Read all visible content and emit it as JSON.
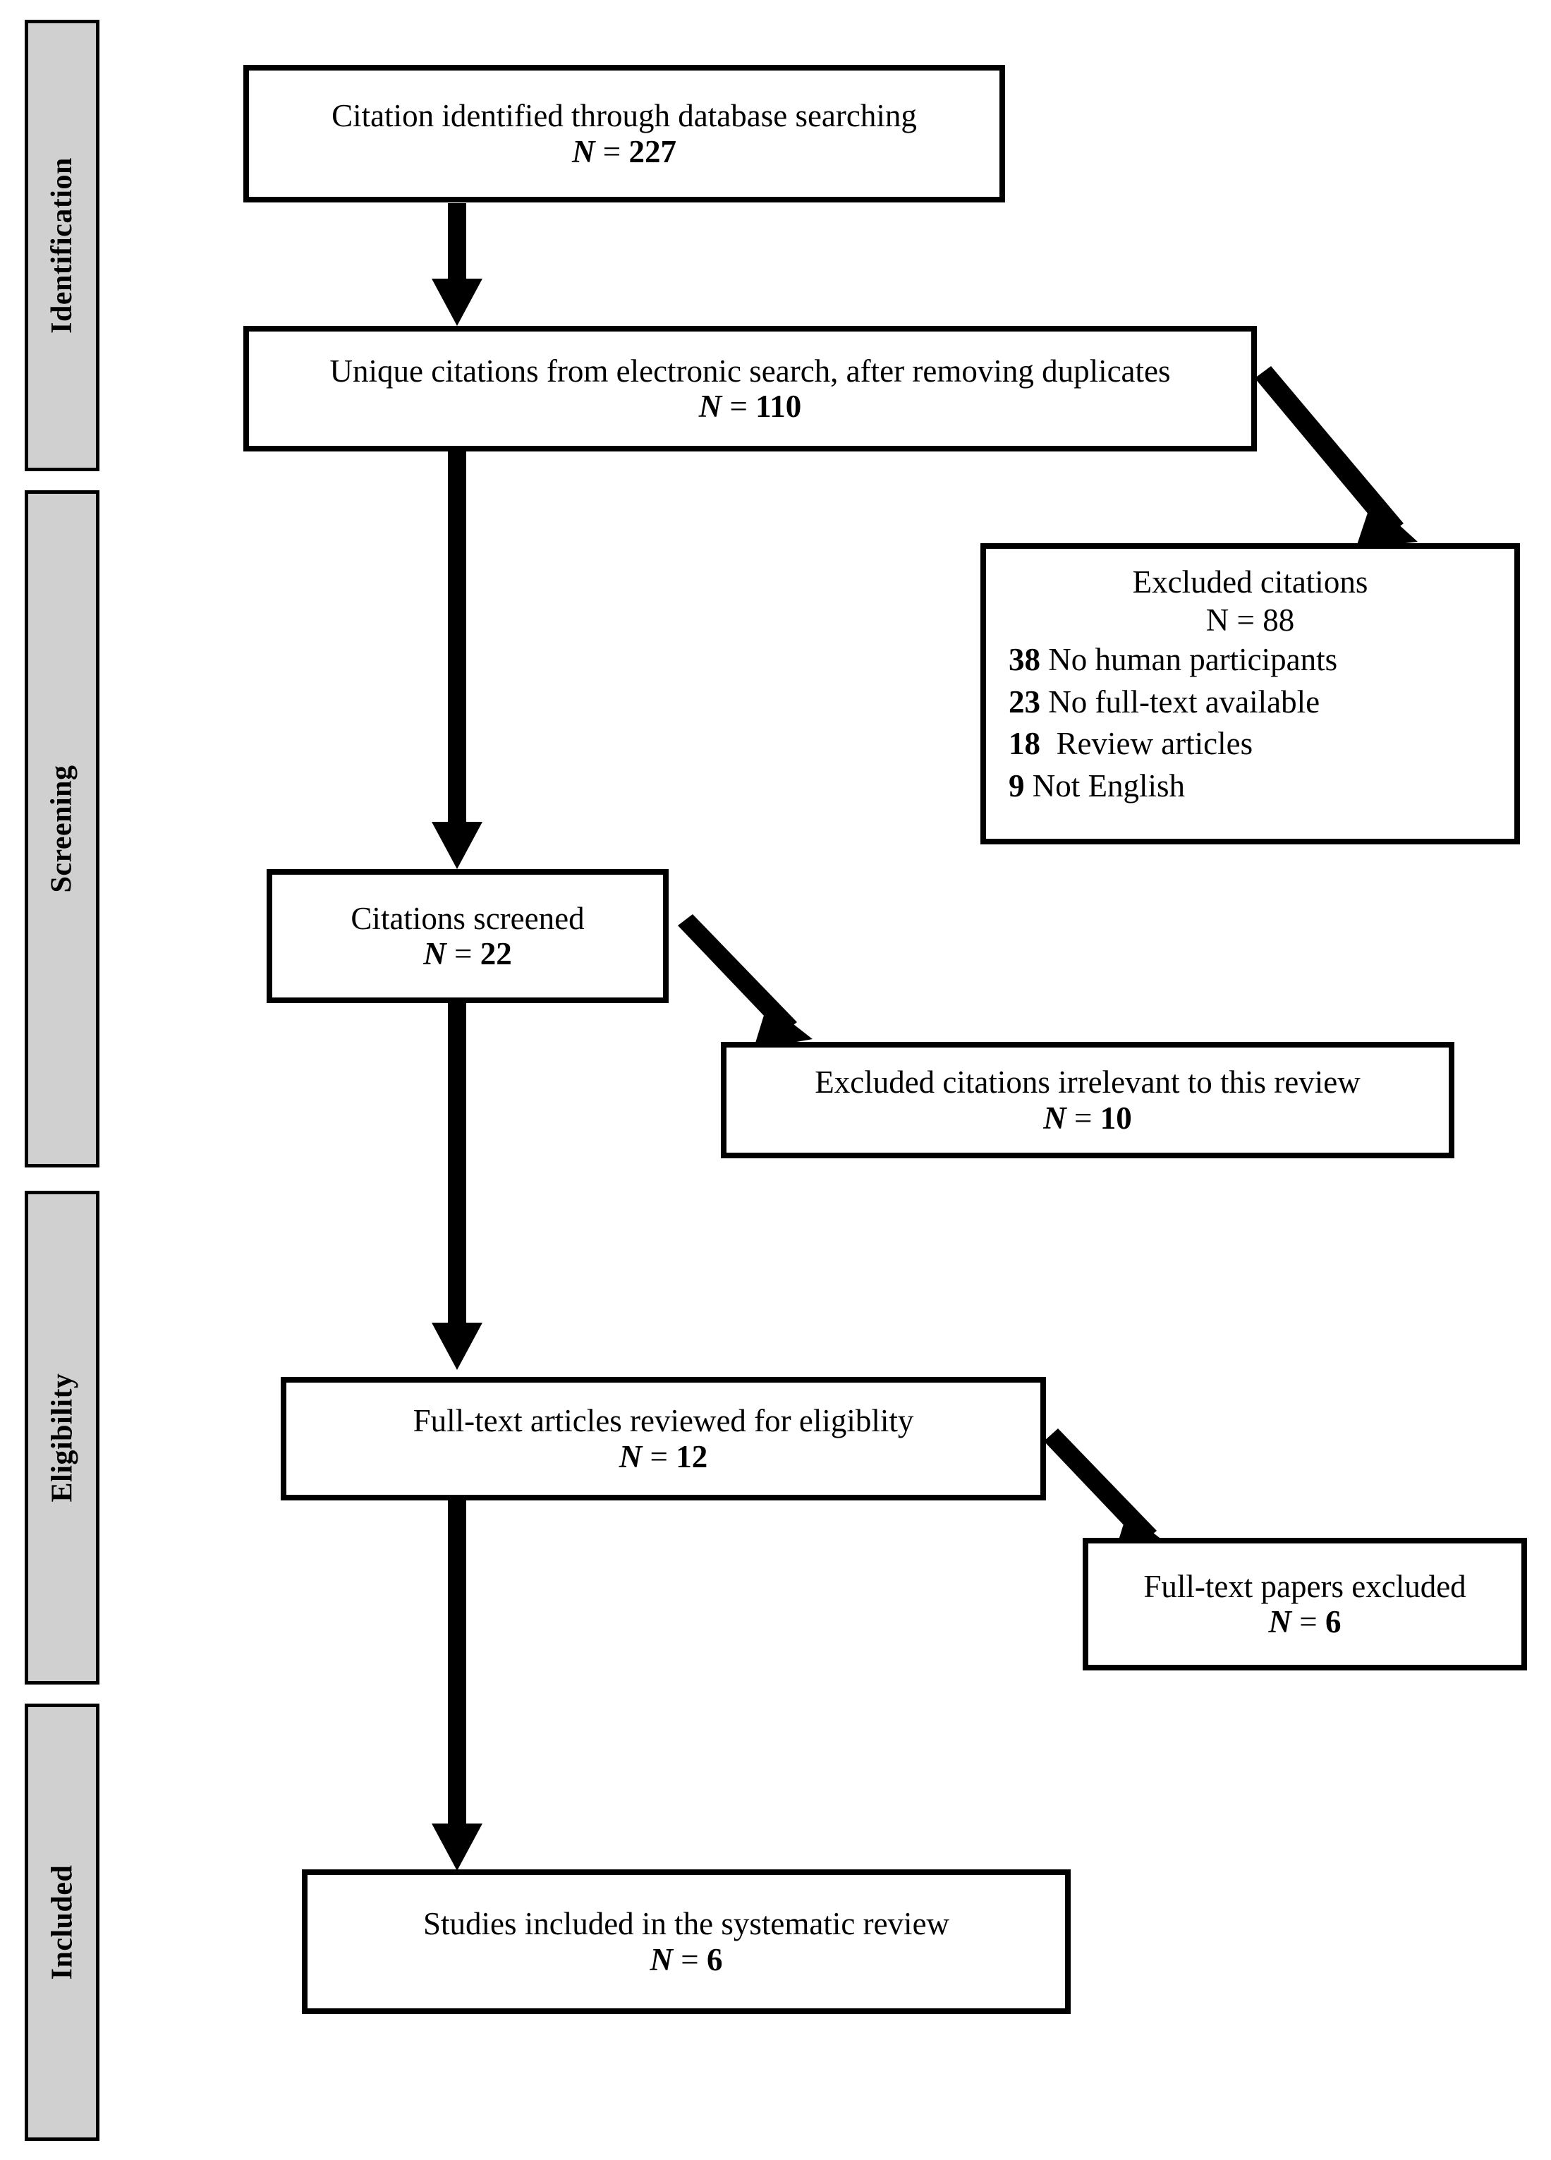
{
  "diagram": {
    "title": "PRISMA study selection flow diagram",
    "colors": {
      "phase_fill": "#d0d0d0",
      "box_fill": "#ffffff",
      "stroke": "#000000"
    }
  },
  "phases": [
    {
      "label": "Identification"
    },
    {
      "label": "Screening"
    },
    {
      "label": "Eligibility"
    },
    {
      "label": "Included"
    }
  ],
  "boxes": {
    "identified": {
      "text": "Citation identified through database searching",
      "n_var": "N",
      "n_eq": " = ",
      "n_value": "227"
    },
    "unique": {
      "text": "Unique citations from electronic search, after removing duplicates",
      "n_var": "N",
      "n_eq": " = ",
      "n_value": "110"
    },
    "excluded_citations": {
      "text": "Excluded citations",
      "n_var": "N",
      "n_eq": " = ",
      "n_value": "88",
      "reasons": [
        {
          "count": "38",
          "label": " No human participants"
        },
        {
          "count": "23",
          "label": " No full-text available"
        },
        {
          "count": "18",
          "label": "  Review articles"
        },
        {
          "count": "9",
          "label": " Not English"
        }
      ]
    },
    "screened": {
      "text": "Citations screened",
      "n_var": "N",
      "n_eq": " = ",
      "n_value": "22"
    },
    "excluded_irrelevant": {
      "text": "Excluded citations irrelevant to this review",
      "n_var": "N",
      "n_eq": " = ",
      "n_value": "10"
    },
    "fulltext_reviewed": {
      "text": "Full-text articles reviewed for eligiblity",
      "n_var": "N",
      "n_eq": " = ",
      "n_value": "12"
    },
    "fulltext_excluded": {
      "text": "Full-text papers excluded",
      "n_var": "N",
      "n_eq": " = ",
      "n_value": "6"
    },
    "included": {
      "text": "Studies included in the systematic review",
      "n_var": "N",
      "n_eq": " = ",
      "n_value": "6"
    }
  },
  "chart_data": {
    "type": "diagram",
    "title": "PRISMA flow of citations",
    "nodes": [
      {
        "id": "identified",
        "phase": "Identification",
        "label": "Citation identified through database searching",
        "n": 227
      },
      {
        "id": "unique",
        "phase": "Identification",
        "label": "Unique citations from electronic search, after removing duplicates",
        "n": 110
      },
      {
        "id": "excluded_citations",
        "phase": "Screening",
        "label": "Excluded citations",
        "n": 88
      },
      {
        "id": "screened",
        "phase": "Screening",
        "label": "Citations screened",
        "n": 22
      },
      {
        "id": "excluded_irrelevant",
        "phase": "Screening",
        "label": "Excluded citations irrelevant to this review",
        "n": 10
      },
      {
        "id": "fulltext_reviewed",
        "phase": "Eligibility",
        "label": "Full-text articles reviewed for eligiblity",
        "n": 12
      },
      {
        "id": "fulltext_excluded",
        "phase": "Eligibility",
        "label": "Full-text papers excluded",
        "n": 6
      },
      {
        "id": "included",
        "phase": "Included",
        "label": "Studies included in the systematic review",
        "n": 6
      }
    ],
    "exclusion_reasons": [
      {
        "count": 38,
        "reason": "No human participants"
      },
      {
        "count": 23,
        "reason": "No full-text available"
      },
      {
        "count": 18,
        "reason": "Review articles"
      },
      {
        "count": 9,
        "reason": "Not English"
      }
    ],
    "edges": [
      {
        "from": "identified",
        "to": "unique"
      },
      {
        "from": "unique",
        "to": "excluded_citations"
      },
      {
        "from": "unique",
        "to": "screened"
      },
      {
        "from": "screened",
        "to": "excluded_irrelevant"
      },
      {
        "from": "screened",
        "to": "fulltext_reviewed"
      },
      {
        "from": "fulltext_reviewed",
        "to": "fulltext_excluded"
      },
      {
        "from": "fulltext_reviewed",
        "to": "included"
      }
    ]
  }
}
